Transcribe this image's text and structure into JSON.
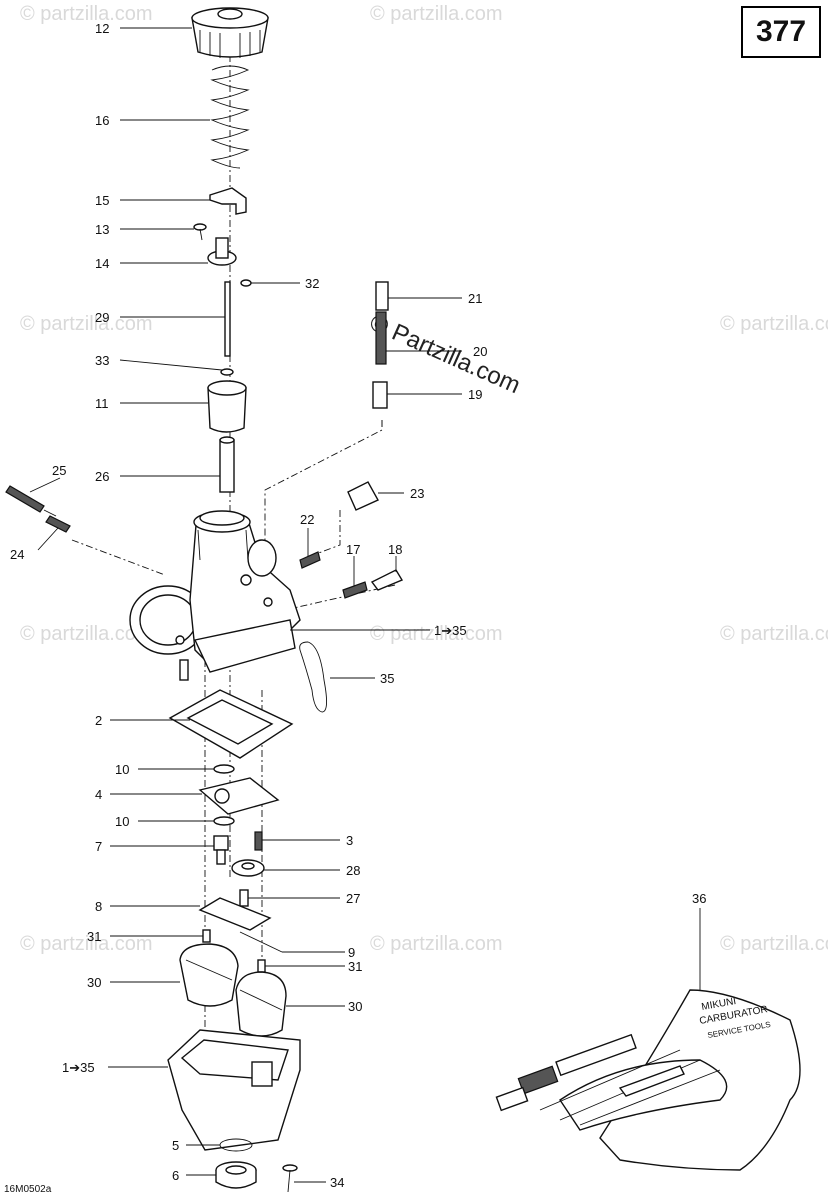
{
  "page_number": "377",
  "figure_code": "16M0502a",
  "watermark": "© partzilla.com",
  "watermark_center": "© Partzilla.com",
  "callouts": {
    "c12": "12",
    "c16": "16",
    "c15": "15",
    "c13": "13",
    "c14": "14",
    "c32": "32",
    "c29": "29",
    "c33": "33",
    "c11": "11",
    "c26": "26",
    "c21": "21",
    "c20": "20",
    "c19": "19",
    "c23": "23",
    "c25": "25",
    "c24": "24",
    "c22": "22",
    "c17": "17",
    "c18": "18",
    "c1_35a": "1➔35",
    "c35": "35",
    "c2": "2",
    "c10a": "10",
    "c4": "4",
    "c10b": "10",
    "c3": "3",
    "c7": "7",
    "c28": "28",
    "c8": "8",
    "c27": "27",
    "c31a": "31",
    "c9": "9",
    "c31b": "31",
    "c30a": "30",
    "c30b": "30",
    "c1_35b": "1➔35",
    "c5": "5",
    "c6": "6",
    "c34": "34",
    "c36": "36"
  },
  "tool_kit_text": [
    "MIKUNI",
    "CARBURATOR",
    "SERVICE TOOLS"
  ]
}
